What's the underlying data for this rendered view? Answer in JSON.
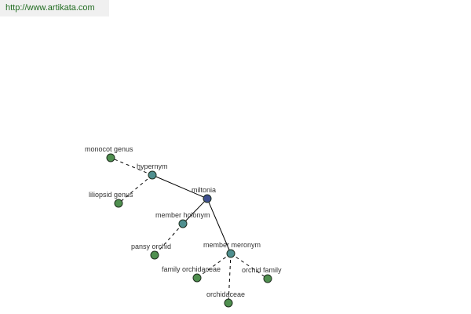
{
  "header": {
    "url": "http://www.artikata.com"
  },
  "colors": {
    "center": "#3f4f8f",
    "relation": "#4f8f8f",
    "leaf": "#4f8f4f"
  },
  "graph": {
    "nodes": [
      {
        "id": "miltonia",
        "label": "miltonia",
        "kind": "center"
      },
      {
        "id": "hypernym",
        "label": "hypernym",
        "kind": "relation"
      },
      {
        "id": "member-holonym",
        "label": "member holonym",
        "kind": "relation"
      },
      {
        "id": "member-meronym",
        "label": "member meronym",
        "kind": "relation"
      },
      {
        "id": "monocot-genus",
        "label": "monocot genus",
        "kind": "leaf"
      },
      {
        "id": "liliopsid-genus",
        "label": "liliopsid genus",
        "kind": "leaf"
      },
      {
        "id": "pansy-orchid",
        "label": "pansy orchid",
        "kind": "leaf"
      },
      {
        "id": "family-orchidaceae",
        "label": "family orchidaceae",
        "kind": "leaf"
      },
      {
        "id": "orchid-family",
        "label": "orchid family",
        "kind": "leaf"
      },
      {
        "id": "orchidaceae",
        "label": "orchidaceae",
        "kind": "leaf"
      }
    ],
    "edges": [
      {
        "from": "miltonia",
        "to": "hypernym",
        "style": "solid"
      },
      {
        "from": "miltonia",
        "to": "member-holonym",
        "style": "solid"
      },
      {
        "from": "miltonia",
        "to": "member-meronym",
        "style": "solid"
      },
      {
        "from": "hypernym",
        "to": "monocot-genus",
        "style": "dashed"
      },
      {
        "from": "hypernym",
        "to": "liliopsid-genus",
        "style": "dashed"
      },
      {
        "from": "member-holonym",
        "to": "pansy-orchid",
        "style": "dashed"
      },
      {
        "from": "member-meronym",
        "to": "family-orchidaceae",
        "style": "dashed"
      },
      {
        "from": "member-meronym",
        "to": "orchid-family",
        "style": "dashed"
      },
      {
        "from": "member-meronym",
        "to": "orchidaceae",
        "style": "dashed"
      }
    ]
  }
}
